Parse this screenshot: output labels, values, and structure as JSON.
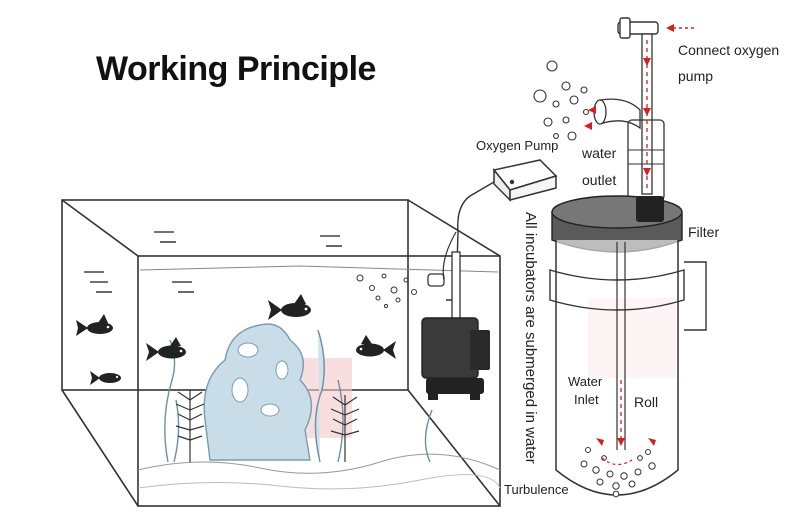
{
  "title": "Working Principle",
  "labels": {
    "connect_oxygen": "Connect oxygen",
    "pump": "pump",
    "oxygen_pump": "Oxygen Pump",
    "water": "water",
    "outlet": "outlet",
    "filter": "Filter",
    "submerged": "All incubators are submerged in water",
    "water_inlet_1": "Water",
    "water_inlet_2": "Inlet",
    "roll": "Roll",
    "turbulence": "Turbulence"
  },
  "colors": {
    "line": "#333333",
    "flow_arrow": "#d42020",
    "plant": "#b8d4e0",
    "pump_body": "#3a3a3a",
    "filter_cap": "#555555",
    "watermark": "#e8a0a0"
  }
}
